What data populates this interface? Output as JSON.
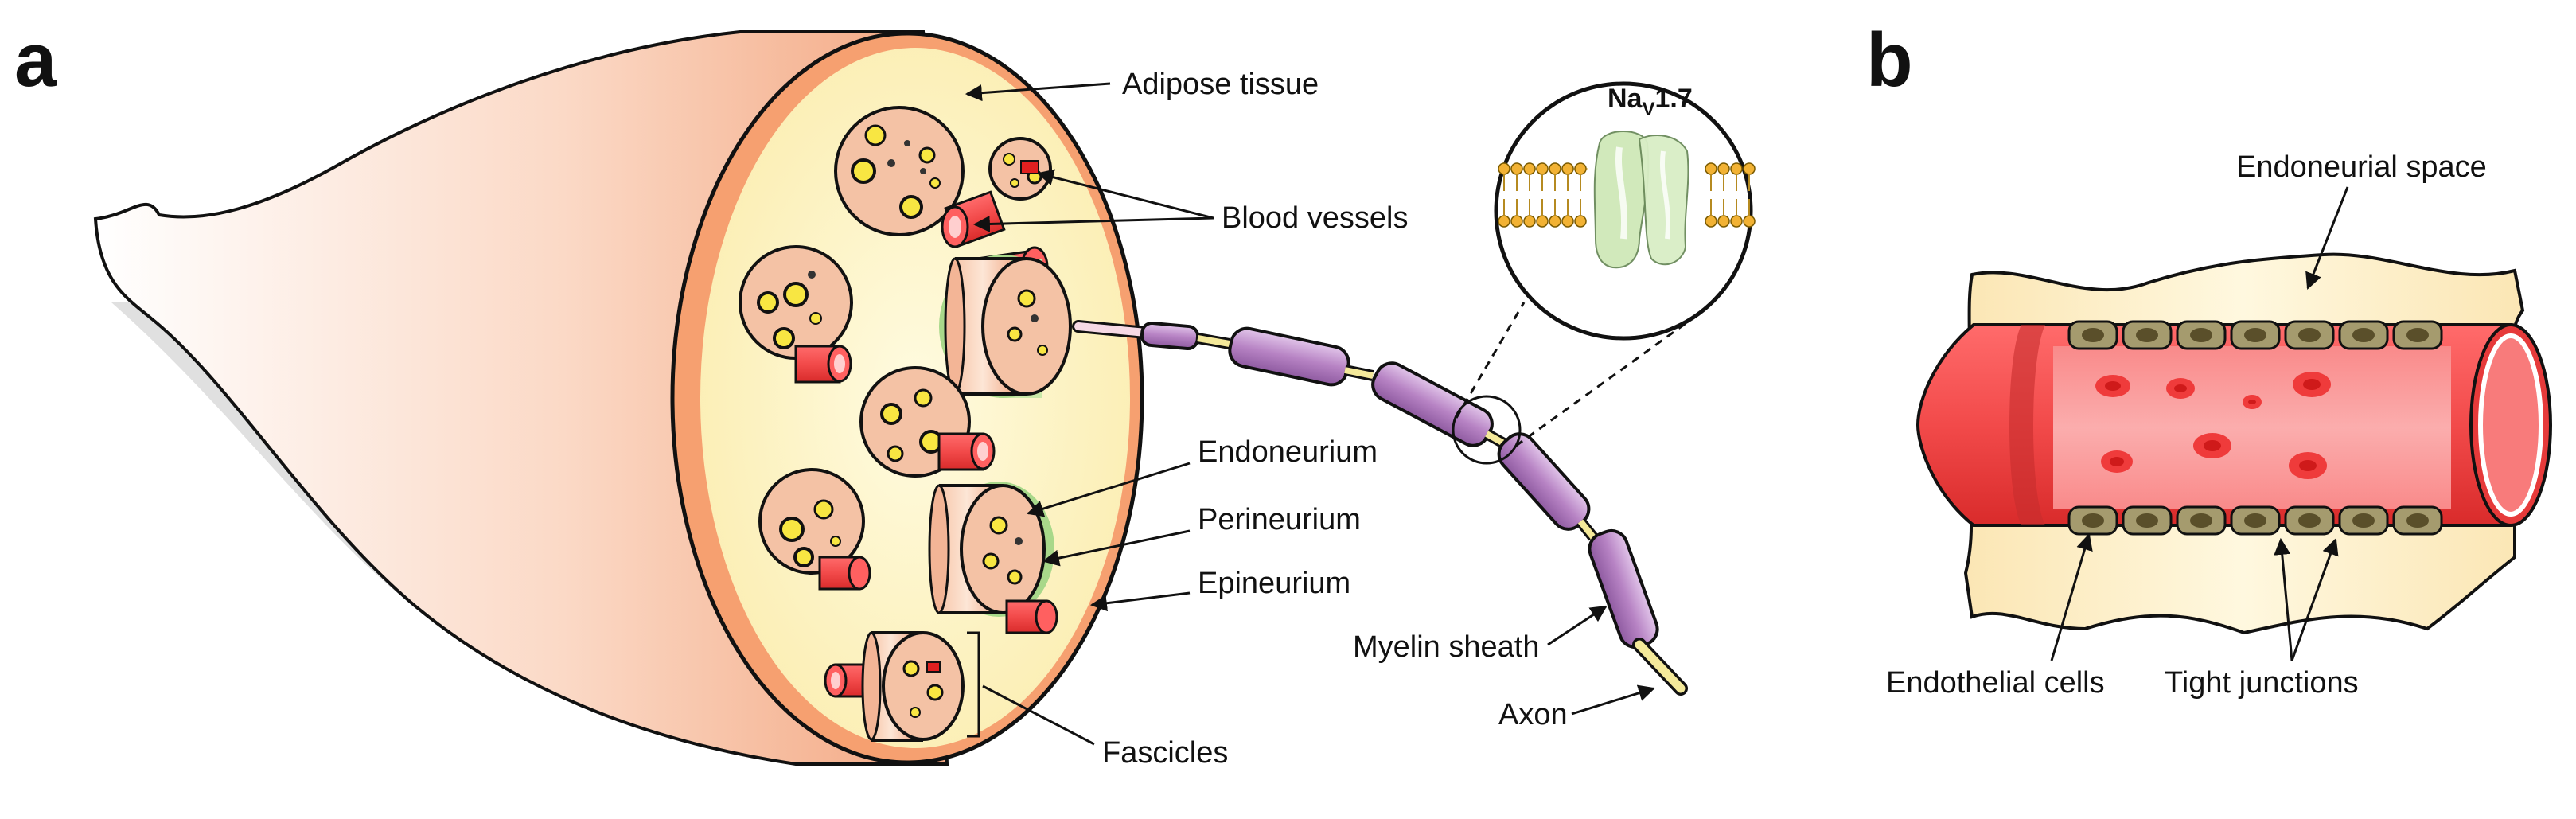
{
  "panels": {
    "a": "a",
    "b": "b"
  },
  "panel_a": {
    "labels": {
      "adipose_tissue": "Adipose tissue",
      "blood_vessels": "Blood vessels",
      "endoneurium": "Endoneurium",
      "perineurium": "Perineurium",
      "epineurium": "Epineurium",
      "fascicles": "Fascicles",
      "myelin_sheath": "Myelin sheath",
      "axon": "Axon"
    },
    "channel": {
      "name": "Na",
      "subscript": "V",
      "suffix": "1.7"
    }
  },
  "panel_b": {
    "labels": {
      "endoneurial_space": "Endoneurial space",
      "endothelial_cells": "Endothelial cells",
      "tight_junctions": "Tight junctions"
    }
  },
  "colors": {
    "nerve_outer": "#f6a070",
    "adipose": "#fdf5c6",
    "fascicle": "#f4c2a5",
    "vessel_red": "#e02020",
    "myelin": "#b985c2",
    "axon": "#f4e99a",
    "channel": "#c8e6b0",
    "lumen": "#f87b7b",
    "endothelial": "#a59b6e"
  }
}
